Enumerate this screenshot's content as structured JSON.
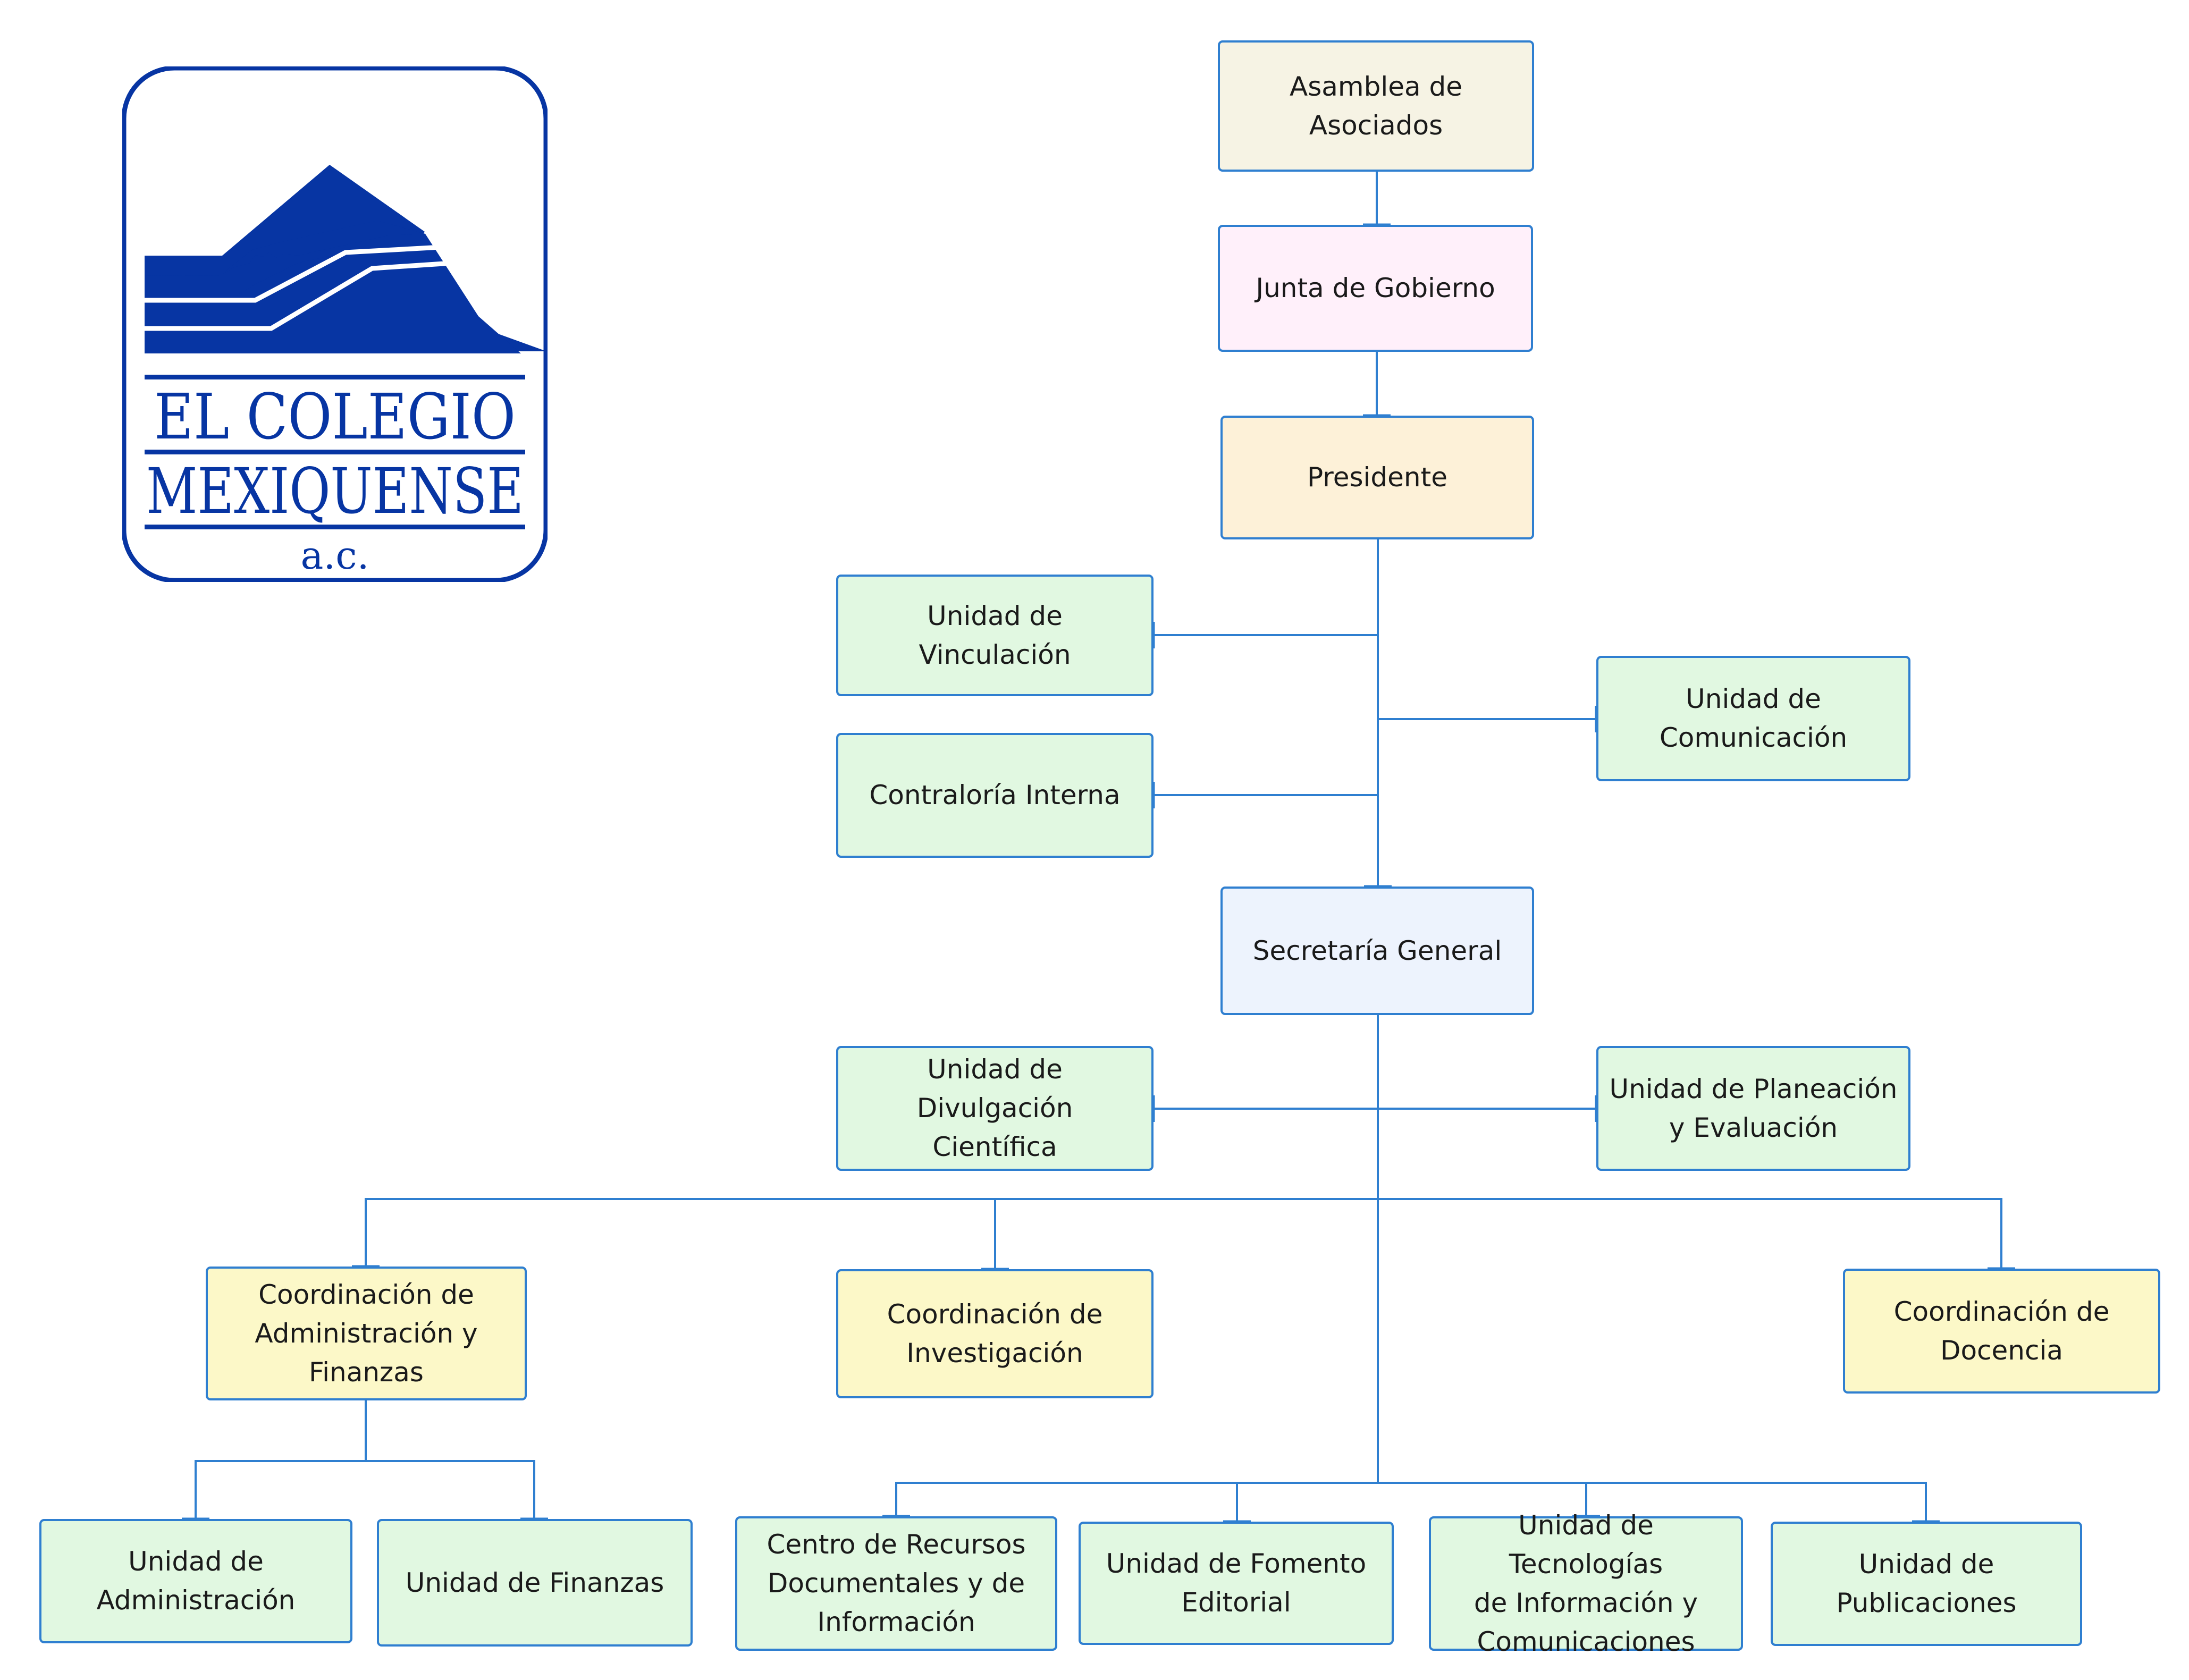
{
  "logo": {
    "line1": "EL COLEGIO",
    "line2": "MEXIQUENSE",
    "line3": "a.c.",
    "color": "#0735a3"
  },
  "org": {
    "asamblea": "Asamblea de\nAsociados",
    "junta": "Junta de Gobierno",
    "presidente": "Presidente",
    "vinculacion": "Unidad de Vinculación",
    "contraloria": "Contraloría Interna",
    "comunicacion": "Unidad de\nComunicación",
    "secretaria": "Secretaría General",
    "divulgacion": "Unidad de Divulgación\nCientífica",
    "planeacion": "Unidad de Planeación\ny Evaluación",
    "coord_admin": "Coordinación de\nAdministración y\nFinanzas",
    "coord_investigacion": "Coordinación de\nInvestigación",
    "coord_docencia": "Coordinación de\nDocencia",
    "administracion": "Unidad de\nAdministración",
    "finanzas": "Unidad de Finanzas",
    "centro_recursos": "Centro de Recursos\nDocumentales y de\nInformación",
    "fomento": "Unidad de Fomento\nEditorial",
    "tecnologias": "Unidad de Tecnologías\nde Información y\nComunicaciones",
    "publicaciones": "Unidad de\nPublicaciones"
  },
  "colors": {
    "connector": "#2f7fd0",
    "level_top": "#f6f3e4",
    "governing": "#fff0fa",
    "president": "#fdf1d8",
    "secretary": "#edf3fd",
    "units": "#e1f8e1",
    "coordinations": "#fcf8c8"
  }
}
